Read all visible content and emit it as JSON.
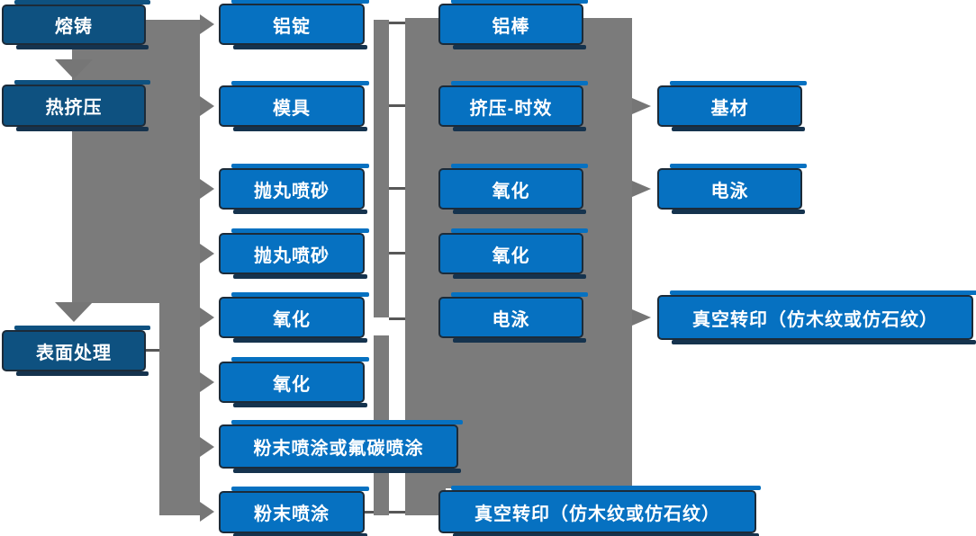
{
  "diagram": {
    "description": "Aluminum profile production process flowchart",
    "palette": {
      "node_blue": "#0671C1",
      "node_dark_blue": "#0E5180",
      "node_border": "#1C2B39",
      "node_shadow_strip": "#15334E",
      "connector_gray": "#7B7B7B",
      "tick_gray": "#575757",
      "text": "#FFFFFF",
      "background": "#FFFFFF"
    },
    "nodes": {
      "melting": "熔铸",
      "hot_extrusion": "热挤压",
      "surface_treatment": "表面处理",
      "aluminum_ingot": "铝锭",
      "mold": "模具",
      "shot_blasting_1": "抛丸喷砂",
      "shot_blasting_2": "抛丸喷砂",
      "oxidation_c2_1": "氧化",
      "oxidation_c2_2": "氧化",
      "powder_or_fluorocarbon": "粉末喷涂或氟碳喷涂",
      "powder_coating": "粉末喷涂",
      "aluminum_rod": "铝棒",
      "extrusion_aging": "挤压-时效",
      "oxidation_c3_1": "氧化",
      "oxidation_c3_2": "氧化",
      "electrophoresis_c3": "电泳",
      "vacuum_transfer_c3": "真空转印（仿木纹或仿石纹）",
      "base_material": "基材",
      "electrophoresis_c4": "电泳",
      "vacuum_transfer_c4": "真空转印（仿木纹或仿石纹）"
    }
  }
}
